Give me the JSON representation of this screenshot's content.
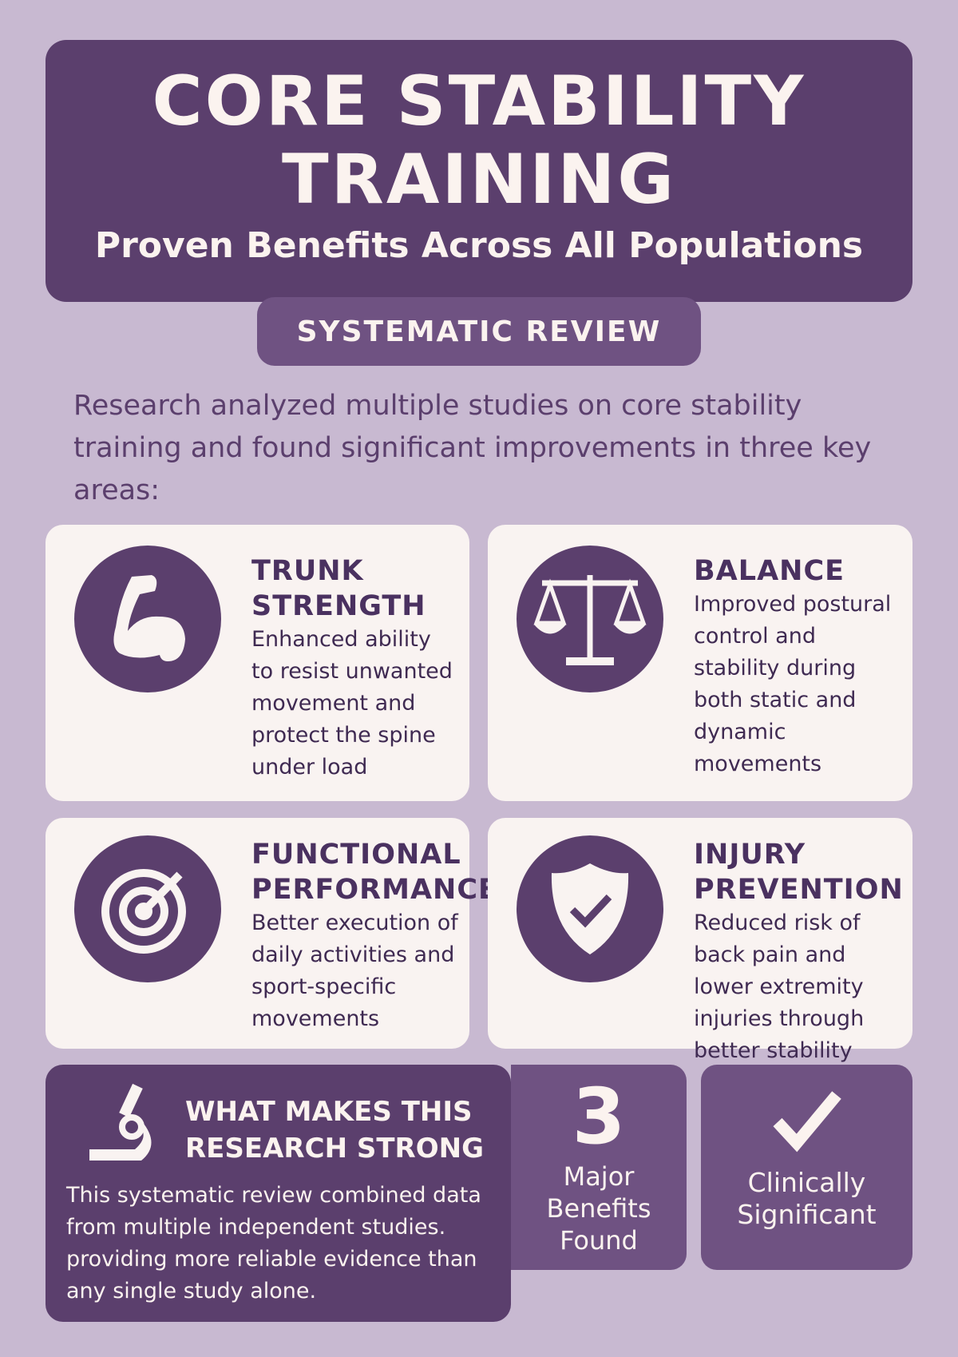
{
  "header": {
    "title_line1": "CORE STABILITY",
    "title_line2": "TRAINING",
    "subtitle": "Proven Benefits Across All Populations"
  },
  "badge": "SYSTEMATIC REVIEW",
  "intro": "Research analyzed multiple studies on core stability training and found significant improvements in three key areas:",
  "cards": [
    {
      "title1": "TRUNK",
      "title2": "STRENGTH",
      "desc": "Enhanced ability to resist unwanted movement and protect the spine under load",
      "icon": "flexed-arm-icon"
    },
    {
      "title1": "BALANCE",
      "title2": "",
      "desc": "Improved postural control and stability during both static and dynamic movements",
      "icon": "scale-icon"
    },
    {
      "title1": "FUNCTIONAL",
      "title2": "PERFORMANCE",
      "desc": "Better execution of daily activities and sport-specific movements",
      "icon": "target-icon"
    },
    {
      "title1": "INJURY",
      "title2": "PREVENTION",
      "desc": "Reduced risk of back pain and lower extremity injuries through better stability",
      "icon": "shield-check-icon"
    }
  ],
  "strength": {
    "title1": "WHAT MAKES THIS",
    "title2": "RESEARCH STRONG",
    "desc": "This systematic review combined data from multiple independent studies. providing more reliable evidence than any single study alone.",
    "icon": "microscope-icon"
  },
  "stats": [
    {
      "value": "3",
      "label": "Major Benefits Found"
    },
    {
      "label": "Clinically Significant",
      "icon": "checkmark-icon"
    }
  ],
  "colors": {
    "background": "#c8b9d1",
    "primary": "#5b3f6d",
    "secondary": "#6f5282",
    "card": "#f9f3f1"
  }
}
